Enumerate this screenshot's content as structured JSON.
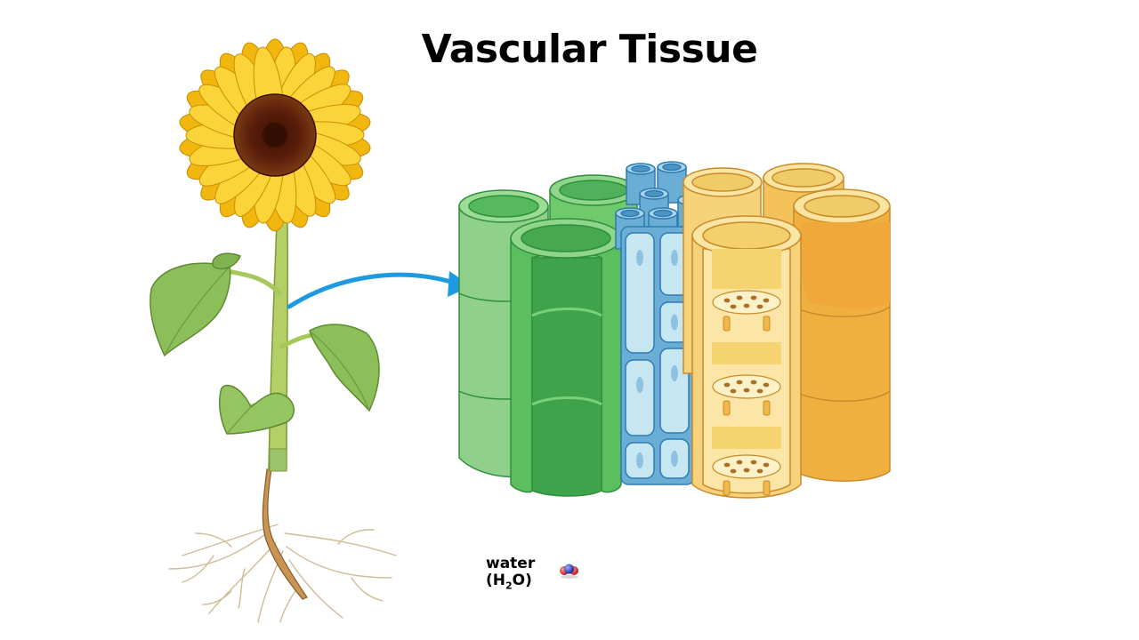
{
  "header": {
    "title": "Vascular Tissue"
  },
  "legend": {
    "label": "water",
    "formula_open": "(H",
    "formula_sub": "2",
    "formula_close": "O)"
  },
  "colors": {
    "xylem_green_light": "#8fd18a",
    "xylem_green": "#5cbf5e",
    "xylem_green_dark": "#3aa04a",
    "phloem_blue": "#6aaed6",
    "phloem_blue_light": "#c6e6f2",
    "sieve_yellow": "#f3d67a",
    "sieve_orange": "#f0b040",
    "arrow_blue": "#1e9be0",
    "stem_green": "#a6c85a",
    "leaf_green": "#8cbf5a",
    "petal_yellow": "#f7c81e",
    "flower_center": "#6b2a10",
    "root_tan": "#c79a55"
  }
}
